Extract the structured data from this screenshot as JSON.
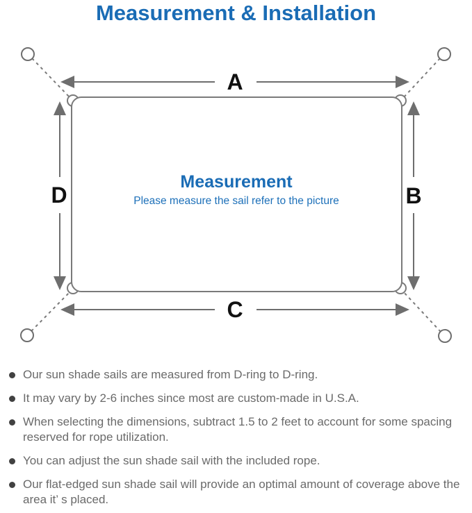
{
  "title": "Measurement & Installation",
  "colors": {
    "accent_blue": "#1a6cb5",
    "line_gray": "#7a7a7a",
    "note_text_gray": "#6a6a6a",
    "label_black": "#111111"
  },
  "diagram": {
    "labels": {
      "top": "A",
      "right": "B",
      "bottom": "C",
      "left": "D"
    },
    "center_title": "Measurement",
    "center_subtitle": "Please measure the sail refer to the picture"
  },
  "notes": {
    "items": [
      "Our sun shade sails are measured from D-ring to D-ring.",
      "It may vary by 2-6 inches since most are custom-made in U.S.A.",
      "When selecting the dimensions, subtract 1.5 to 2 feet to account for some spacing reserved for rope utilization.",
      "You can adjust the sun shade sail with the included rope.",
      "Our flat-edged sun shade sail will provide an optimal amount of coverage above the area it’ s placed."
    ]
  }
}
